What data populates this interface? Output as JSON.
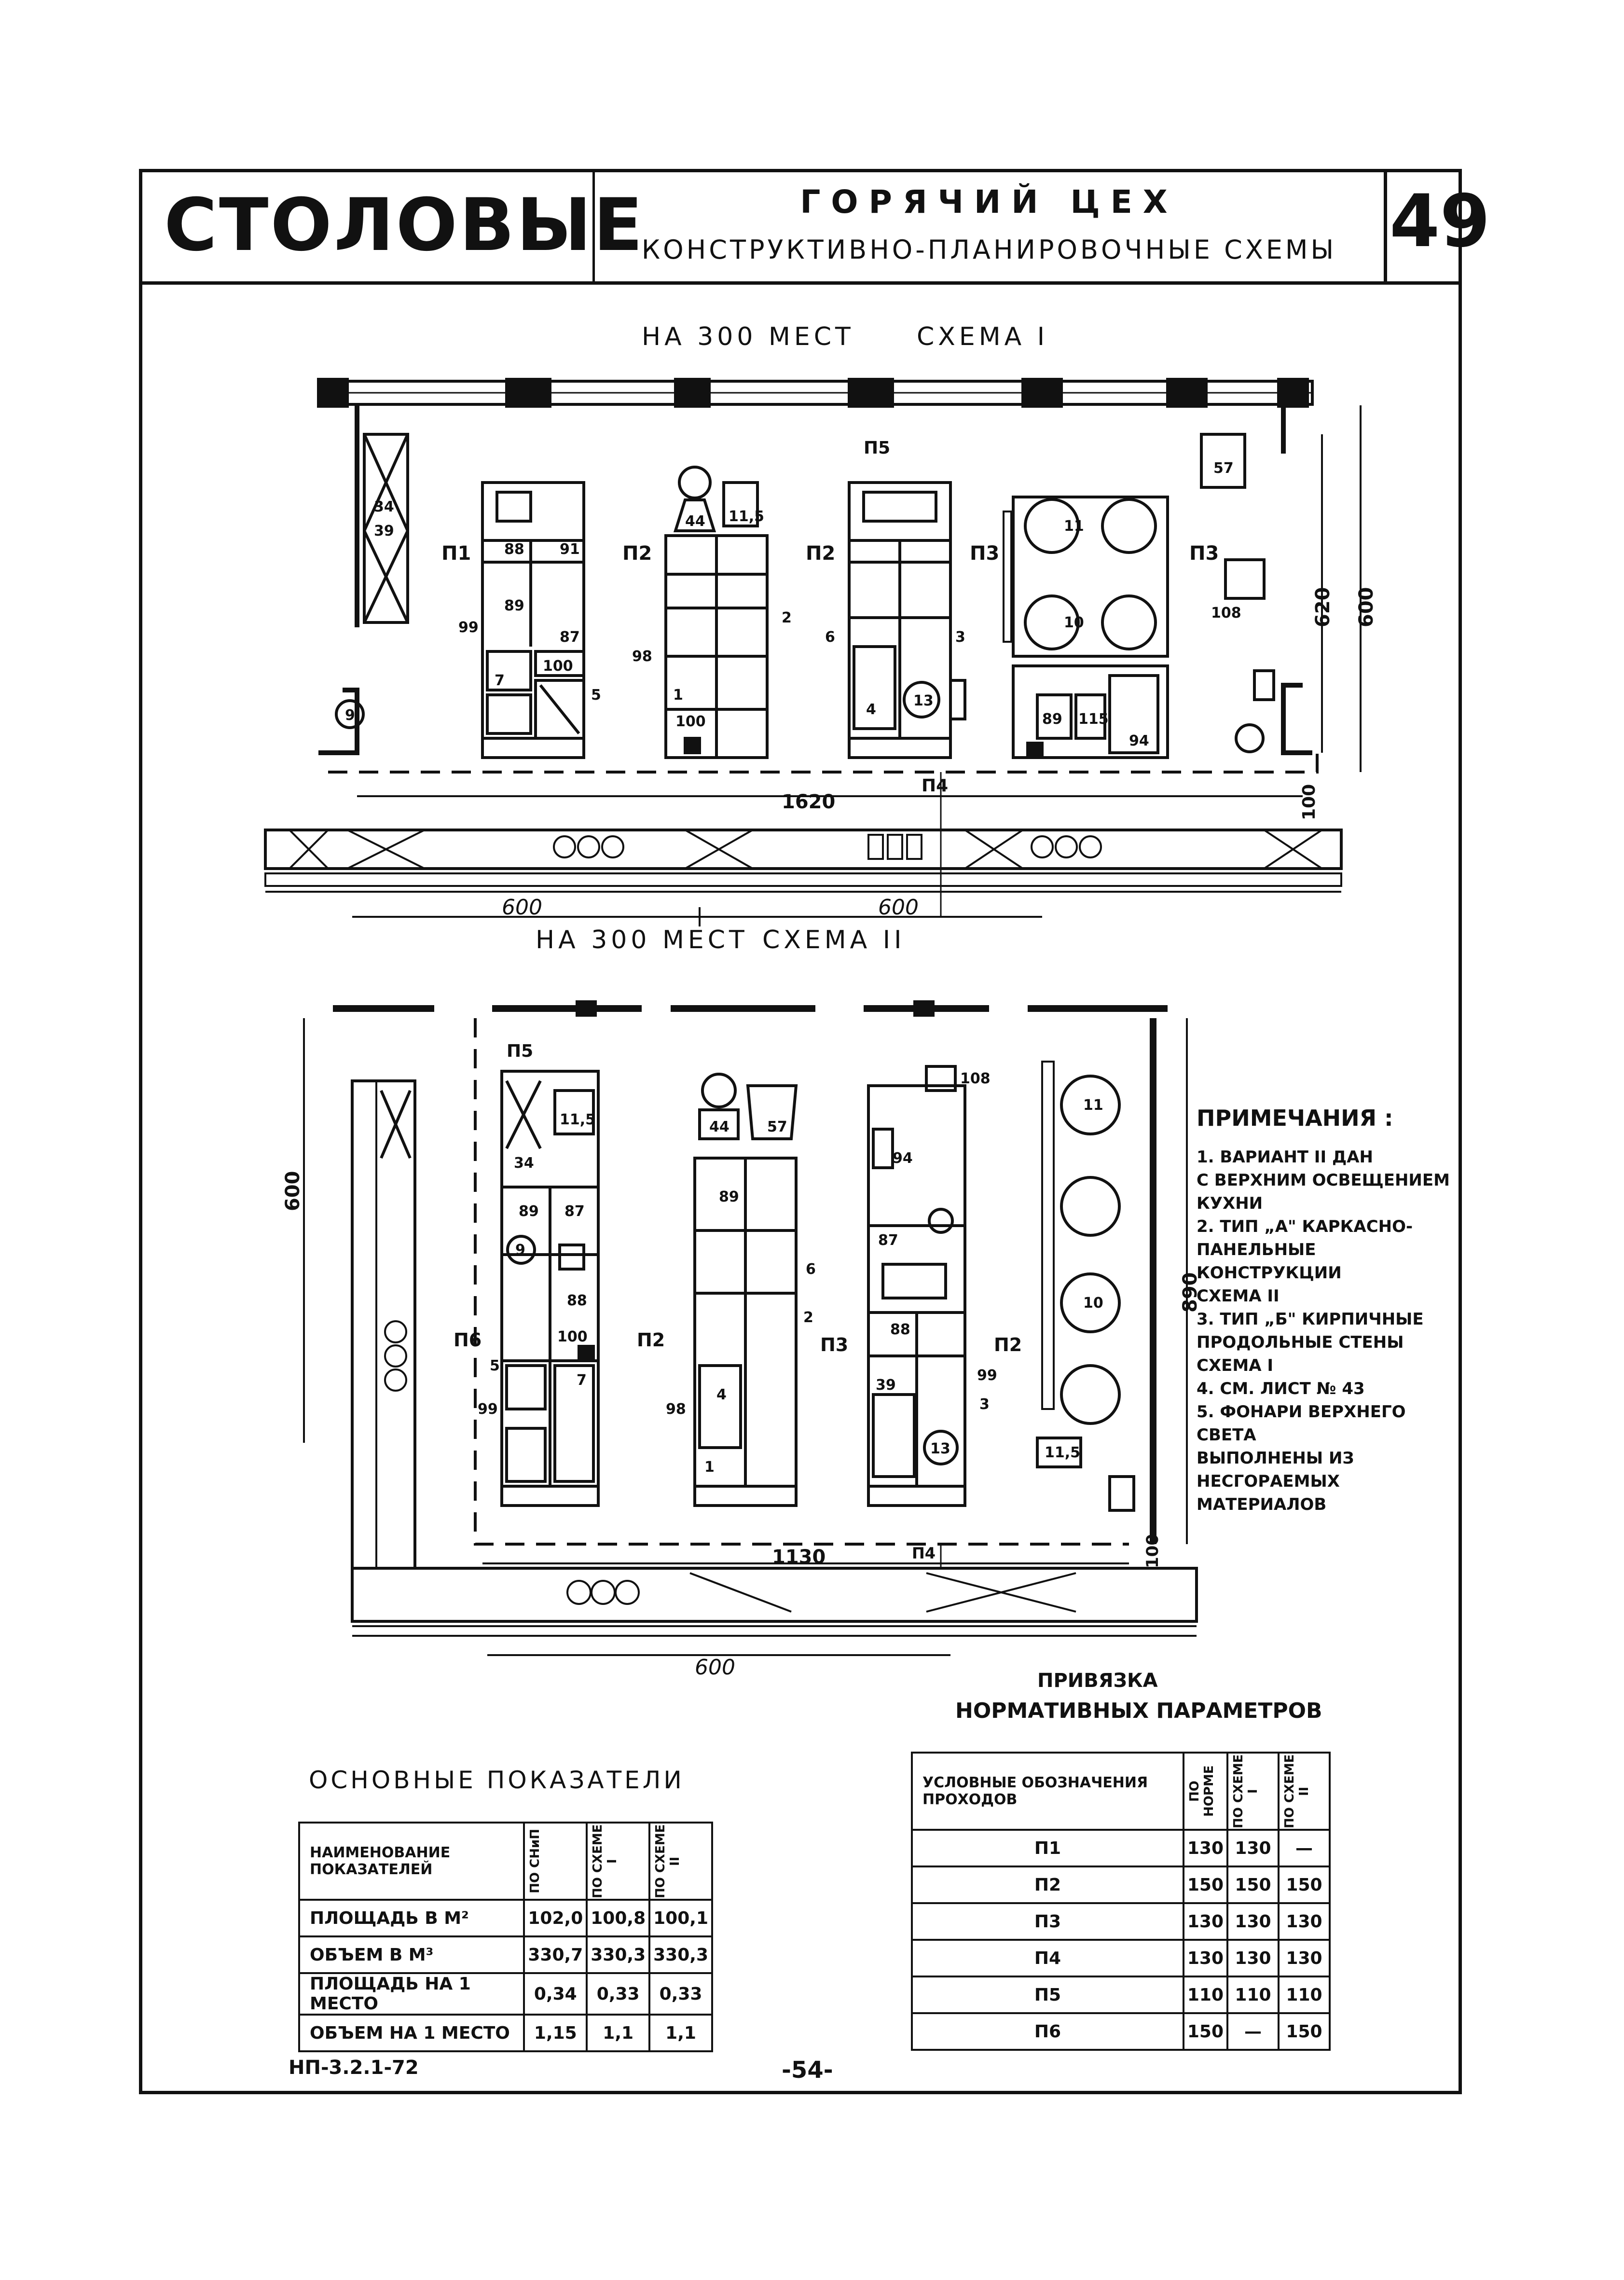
{
  "header": {
    "brand": "СТОЛОВЫЕ",
    "title": "ГОРЯЧИЙ ЦЕХ",
    "subtitle": "КОНСТРУКТИВНО-ПЛАНИРОВОЧНЫЕ СХЕМЫ",
    "sheet": "49"
  },
  "scheme1": {
    "caption_a": "НА 300 МЕСТ",
    "caption_b": "СХЕМА I",
    "dims": {
      "length": "1620",
      "depth": "620",
      "depth2": "600",
      "wall": "100",
      "bay_left": "600",
      "bay_right": "600"
    },
    "passages": {
      "p1": "П1",
      "p2a": "П2",
      "p2b": "П2",
      "p3a": "П3",
      "p3b": "П3",
      "p4": "П4",
      "p5": "П5"
    },
    "equipment_labels": [
      "34",
      "39",
      "88",
      "91",
      "89",
      "87",
      "99",
      "100",
      "5",
      "7",
      "9",
      "44",
      "11,5",
      "2",
      "98",
      "1",
      "100",
      "6",
      "3",
      "13",
      "4",
      "11",
      "10",
      "89",
      "115",
      "94",
      "108",
      "57"
    ]
  },
  "scheme2": {
    "caption_a": "НА 300 МЕСТ",
    "caption_b": "СХЕМА II",
    "dims": {
      "length": "1130",
      "depth": "890",
      "height": "600",
      "wall": "100",
      "bay": "600"
    },
    "passages": {
      "p2": "П2",
      "p3": "П3",
      "p5": "П5",
      "p6": "П6",
      "p2b": "П2",
      "p4": "П4"
    },
    "equipment_labels": [
      "34",
      "11,5",
      "89",
      "87",
      "9",
      "88",
      "100",
      "5",
      "7",
      "99",
      "44",
      "57",
      "89",
      "6",
      "2",
      "98",
      "4",
      "1",
      "108",
      "94",
      "87",
      "88",
      "39",
      "99",
      "3",
      "13",
      "11",
      "10",
      "11,5"
    ]
  },
  "notes": {
    "heading": "ПРИМЕЧАНИЯ :",
    "items": [
      "1. ВАРИАНТ II ДАН",
      "С ВЕРХНИМ ОСВЕЩЕНИЕМ",
      "КУХНИ",
      "2. ТИП „А\" КАРКАСНО-",
      "ПАНЕЛЬНЫЕ КОНСТРУКЦИИ",
      "СХЕМА II",
      "3. ТИП „Б\" КИРПИЧНЫЕ",
      "ПРОДОЛЬНЫЕ СТЕНЫ",
      "СХЕМА I",
      "4. СМ. ЛИСТ № 43",
      "5. ФОНАРИ ВЕРХНЕГО СВЕТА",
      "ВЫПОЛНЕНЫ ИЗ",
      "НЕСГОРАЕМЫХ МАТЕРИАЛОВ"
    ]
  },
  "indicators": {
    "title": "ОСНОВНЫЕ ПОКАЗАТЕЛИ",
    "headers": [
      "НАИМЕНОВАНИЕ ПОКАЗАТЕЛЕЙ",
      "ПО СНиП",
      "ПО СХЕМЕ I",
      "ПО СХЕМЕ II"
    ],
    "rows": [
      [
        "ПЛОЩАДЬ В М²",
        "102,0",
        "100,8",
        "100,1"
      ],
      [
        "ОБЪЕМ В М³",
        "330,7",
        "330,3",
        "330,3"
      ],
      [
        "ПЛОЩАДЬ НА 1 МЕСТО",
        "0,34",
        "0,33",
        "0,33"
      ],
      [
        "ОБЪЕМ НА 1 МЕСТО",
        "1,15",
        "1,1",
        "1,1"
      ]
    ]
  },
  "norms": {
    "title_a": "ПРИВЯЗКА",
    "title_b": "НОРМАТИВНЫХ ПАРАМЕТРОВ",
    "headers": [
      "УСЛОВНЫЕ ОБОЗНАЧЕНИЯ ПРОХОДОВ",
      "ПО НОРМЕ",
      "ПО СХЕМЕ I",
      "ПО СХЕМЕ II"
    ],
    "rows": [
      [
        "П1",
        "130",
        "130",
        "—"
      ],
      [
        "П2",
        "150",
        "150",
        "150"
      ],
      [
        "П3",
        "130",
        "130",
        "130"
      ],
      [
        "П4",
        "130",
        "130",
        "130"
      ],
      [
        "П5",
        "110",
        "110",
        "110"
      ],
      [
        "П6",
        "150",
        "—",
        "150"
      ]
    ]
  },
  "footer": {
    "code": "НП-3.2.1-72",
    "page": "-54-"
  }
}
